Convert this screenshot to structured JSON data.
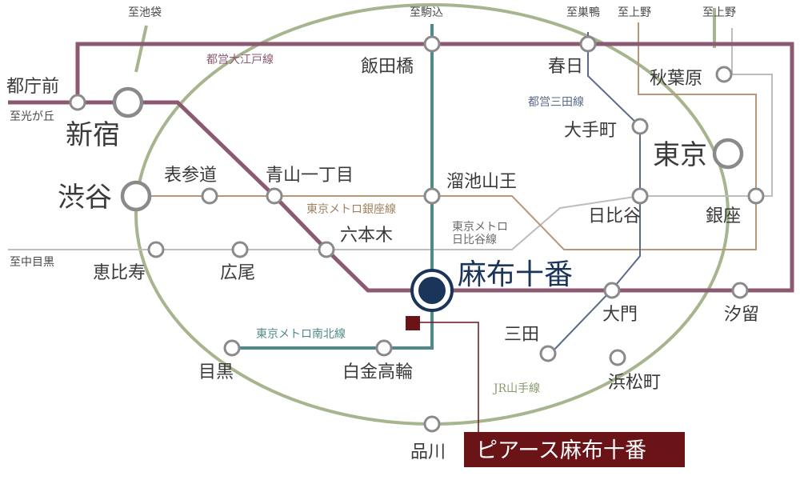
{
  "map": {
    "lines": {
      "oedo": {
        "name": "都営大江戸線",
        "color": "#8b5a72"
      },
      "yamanote": {
        "name": "JR山手線",
        "color": "#a7b58f"
      },
      "namboku": {
        "name": "東京メトロ南北線",
        "color": "#4f8a8b"
      },
      "ginza": {
        "name": "東京メトロ銀座線",
        "color": "#b8987a"
      },
      "hibiya": {
        "name_line1": "東京メトロ",
        "name_line2": "日比谷線",
        "color": "#bdbdbd"
      },
      "mita": {
        "name": "都営三田線",
        "color": "#5a6a8a"
      }
    },
    "directions": {
      "ikebukuro": "至池袋",
      "komagome": "至駒込",
      "sugamo": "至巣鴨",
      "ueno_a": "至上野",
      "ueno_b": "至上野",
      "hikarigaoka": "至光が丘",
      "nakameguro": "至中目黒"
    },
    "stations": {
      "tochomae": "都庁前",
      "shinjuku": "新宿",
      "shibuya": "渋谷",
      "omotesando": "表参道",
      "aoyama": "青山一丁目",
      "iidabashi": "飯田橋",
      "tameike": "溜池山王",
      "roppongi": "六本木",
      "ebisu": "恵比寿",
      "hiroo": "広尾",
      "azabu": "麻布十番",
      "kasuga": "春日",
      "otemachi": "大手町",
      "akihabara": "秋葉原",
      "tokyo": "東京",
      "hibiya": "日比谷",
      "ginza": "銀座",
      "daimon": "大門",
      "shiodome": "汐留",
      "mita": "三田",
      "hamamatsucho": "浜松町",
      "meguro": "目黒",
      "shirokane": "白金高輪",
      "shinagawa": "品川"
    },
    "property": {
      "name": "ピアース麻布十番",
      "color": "#6b1418"
    },
    "focus_color": "#1a3559"
  }
}
